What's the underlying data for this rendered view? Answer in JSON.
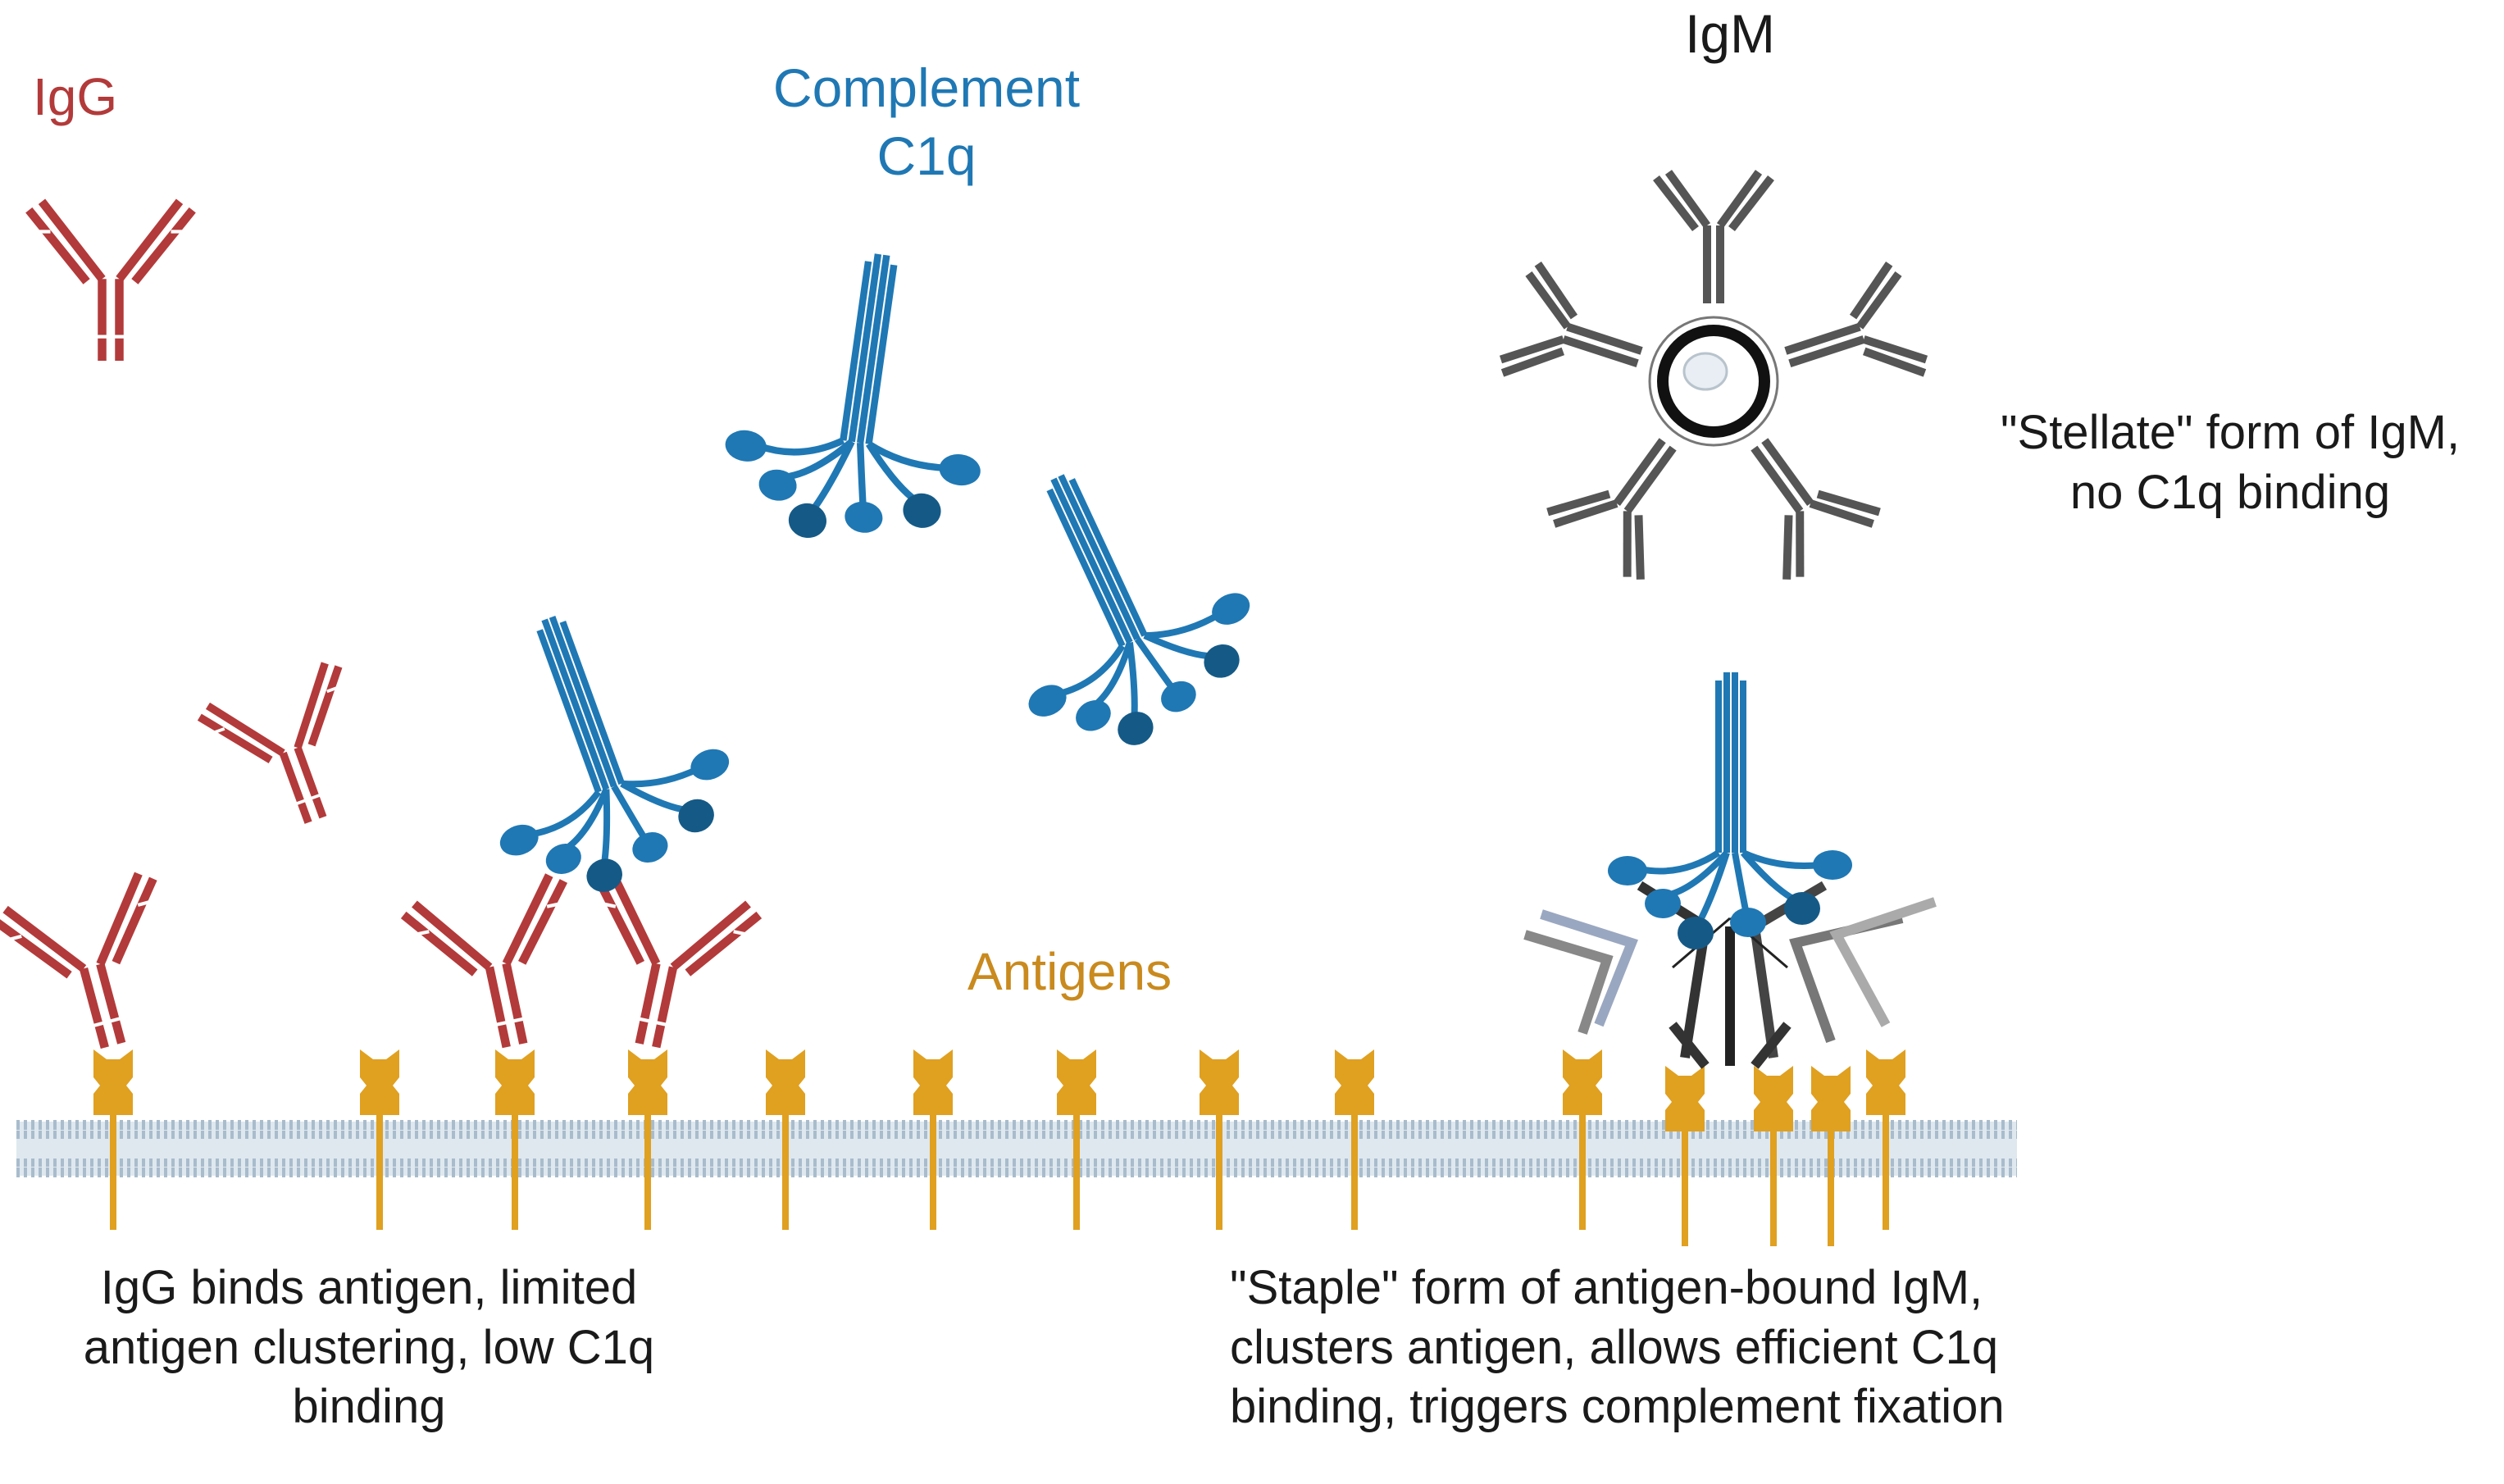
{
  "colors": {
    "igg": "#b33a3a",
    "c1q": "#1f78b4",
    "c1q_dark": "#155a87",
    "igm": "#5a5a5a",
    "antigen": "#e0a020",
    "membrane": "#a9bccc",
    "text": "#1a1a1a",
    "antigen_label": "#c98a1e"
  },
  "labels": {
    "igg_title": "IgG",
    "c1q_title_line1": "Complement",
    "c1q_title_line2": "C1q",
    "igm_title": "IgM",
    "antigens": "Antigens",
    "stellate_line1": "\"Stellate\" form of  IgM,",
    "stellate_line2": "no  C1q binding",
    "left_caption_line1": "IgG binds antigen, limited",
    "left_caption_line2": "antigen clustering, low C1q",
    "left_caption_line3": "binding",
    "right_caption_line1": "\"Staple\" form of antigen-bound IgM,",
    "right_caption_line2": "clusters antigen, allows efficient C1q",
    "right_caption_line3": "binding, triggers complement fixation"
  },
  "icons": [
    "igg-antibody-icon",
    "c1q-complex-icon",
    "igm-pentamer-icon",
    "antigen-icon",
    "cell-membrane"
  ]
}
